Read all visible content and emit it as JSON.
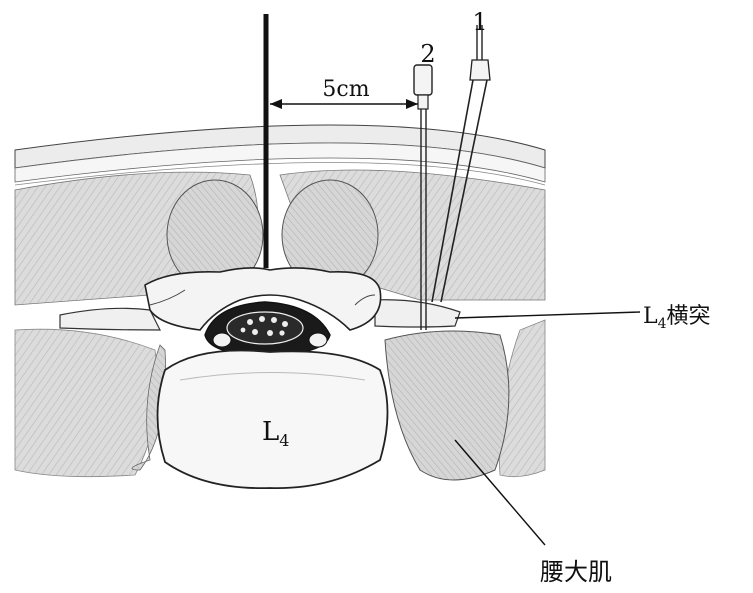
{
  "needles": [
    {
      "id": "1",
      "label": "1"
    },
    {
      "id": "2",
      "label": "2"
    }
  ],
  "distance_label": "5cm",
  "vertebra_label": {
    "main": "L",
    "sub": "4"
  },
  "transverse_process_label": {
    "main": "L",
    "sub": "4",
    "suffix": "横突"
  },
  "psoas_label": "腰大肌",
  "colors": {
    "line": "#111111",
    "muscle_fill": "#d9d9d9",
    "bone_fill": "#f4f4f4",
    "background": "#ffffff"
  }
}
